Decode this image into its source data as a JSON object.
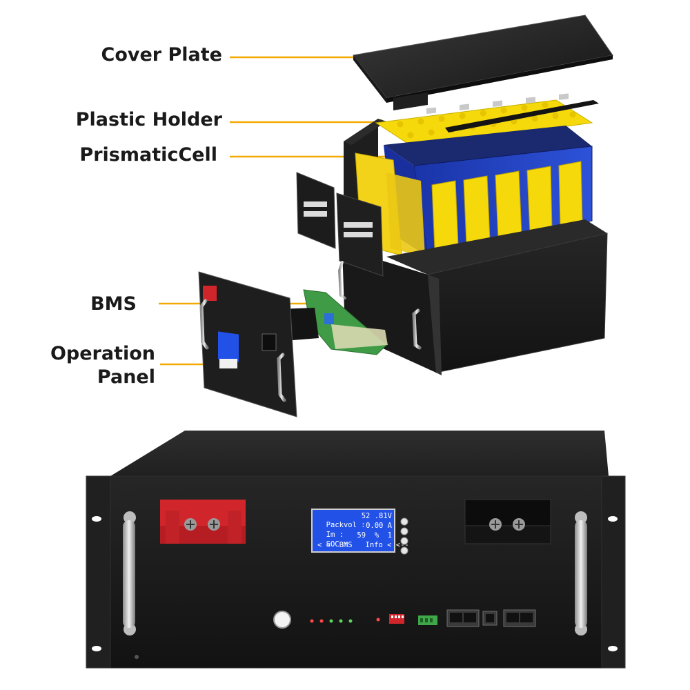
{
  "callouts": [
    {
      "id": "cover-plate",
      "label": "Cover Plate"
    },
    {
      "id": "plastic-holder",
      "label": "Plastic Holder"
    },
    {
      "id": "prismatic-cell",
      "label": "PrismaticCell"
    },
    {
      "id": "bms",
      "label": "BMS"
    },
    {
      "id": "operation-panel",
      "label_line1": "Operation",
      "label_line2": "Panel"
    }
  ],
  "lcd": {
    "row1_label": "Packvol :",
    "row1_value": "52 .81V",
    "row2_label": "Im :",
    "row2_value": "0.00 A",
    "row3_label": "SOC :",
    "row3_value": "59  %  1",
    "row4": "< <  BMS   Info < <--"
  },
  "colors": {
    "leader_line": "#f2a900",
    "cell_blue": "#1f3fb8",
    "insulator_yellow": "#f5d90a",
    "chassis": "#1c1c1c",
    "terminal_red": "#d0262b",
    "lcd_blue": "#2251e8"
  }
}
